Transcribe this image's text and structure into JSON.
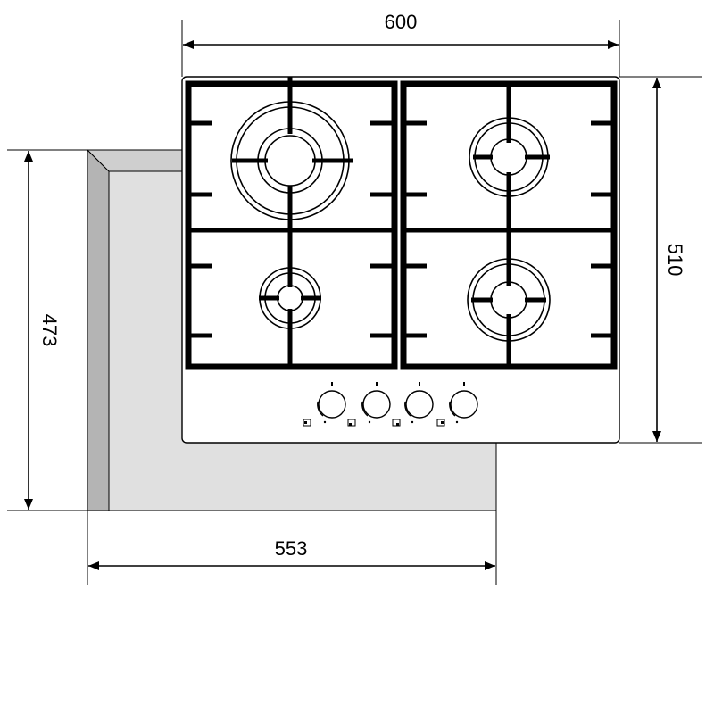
{
  "dimensions": {
    "hob_width": "600",
    "hob_depth": "510",
    "cutout_width": "553",
    "cutout_depth": "473"
  },
  "colors": {
    "cutout_fill": "#e0e0e0",
    "cutout_side": "#b4b4b4",
    "line": "#000000",
    "background": "#ffffff"
  },
  "hob": {
    "burners": [
      "triple-crown-burner",
      "rapid-burner",
      "auxiliary-burner",
      "semi-rapid-burner"
    ],
    "knob_count": 4
  }
}
